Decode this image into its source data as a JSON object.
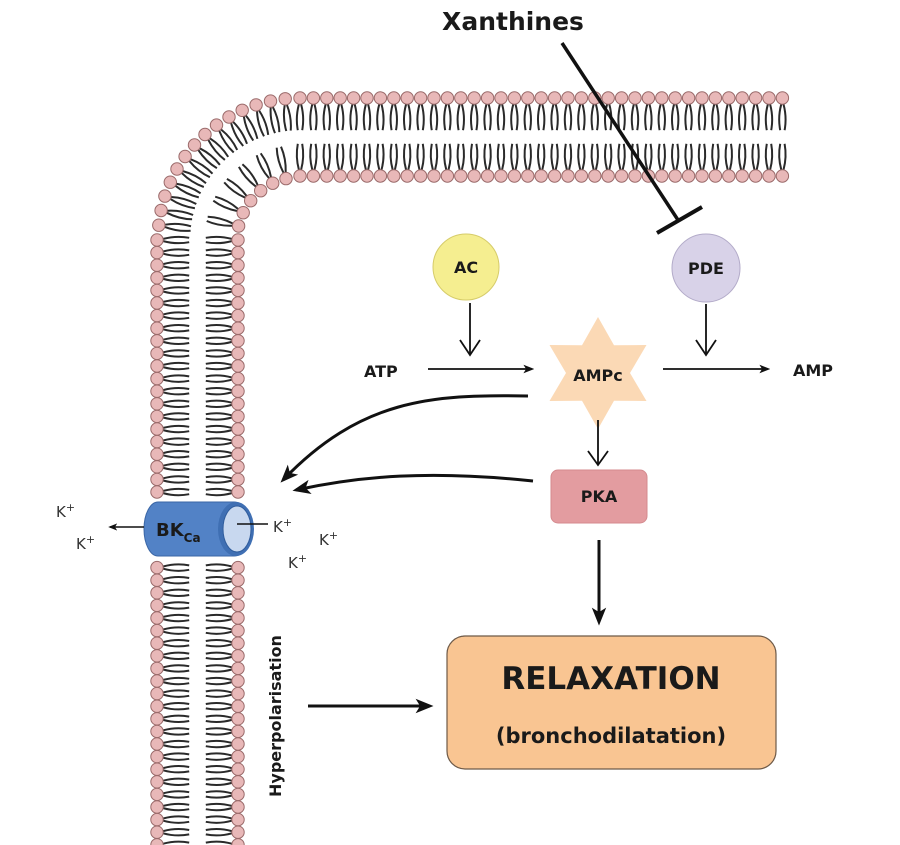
{
  "title": "Xanthines",
  "nodes": {
    "ac": "AC",
    "pde": "PDE",
    "atp": "ATP",
    "ampc": "AMPc",
    "amp": "AMP",
    "pka": "PKA",
    "channel_main": "BK",
    "channel_sub": "Ca",
    "relaxation": "RELAXATION",
    "relaxation_sub": "(bronchodilatation)",
    "hyperpolarisation": "Hyperpolarisation"
  },
  "ions": {
    "label": "K",
    "charge": "+"
  },
  "colors": {
    "lipid_head": "#e8b8b8",
    "lipid_head_stroke": "#9a6a6a",
    "lipid_tail": "#2a2a2a",
    "ac": "#f5ee90",
    "pde": "#d8d2e8",
    "ampc_star": "#fbd9b5",
    "pka": "#e39ca0",
    "channel_body": "#5282c6",
    "channel_end": "#c8d8ef",
    "relaxation": "#f9c592",
    "arrow": "#111111"
  },
  "edges": [
    {
      "from": "ATP",
      "to": "AMPc",
      "type": "activation"
    },
    {
      "from": "AC",
      "to": "ATP-AMPc",
      "type": "catalysis"
    },
    {
      "from": "AMPc",
      "to": "AMP",
      "type": "conversion"
    },
    {
      "from": "PDE",
      "to": "AMPc-AMP",
      "type": "catalysis"
    },
    {
      "from": "Xanthines",
      "to": "PDE",
      "type": "inhibition"
    },
    {
      "from": "AMPc",
      "to": "PKA",
      "type": "activation"
    },
    {
      "from": "AMPc",
      "to": "BKCa",
      "type": "activation"
    },
    {
      "from": "PKA",
      "to": "BKCa",
      "type": "activation"
    },
    {
      "from": "PKA",
      "to": "RELAXATION",
      "type": "activation"
    },
    {
      "from": "Hyperpolarisation",
      "to": "RELAXATION",
      "type": "activation"
    }
  ]
}
